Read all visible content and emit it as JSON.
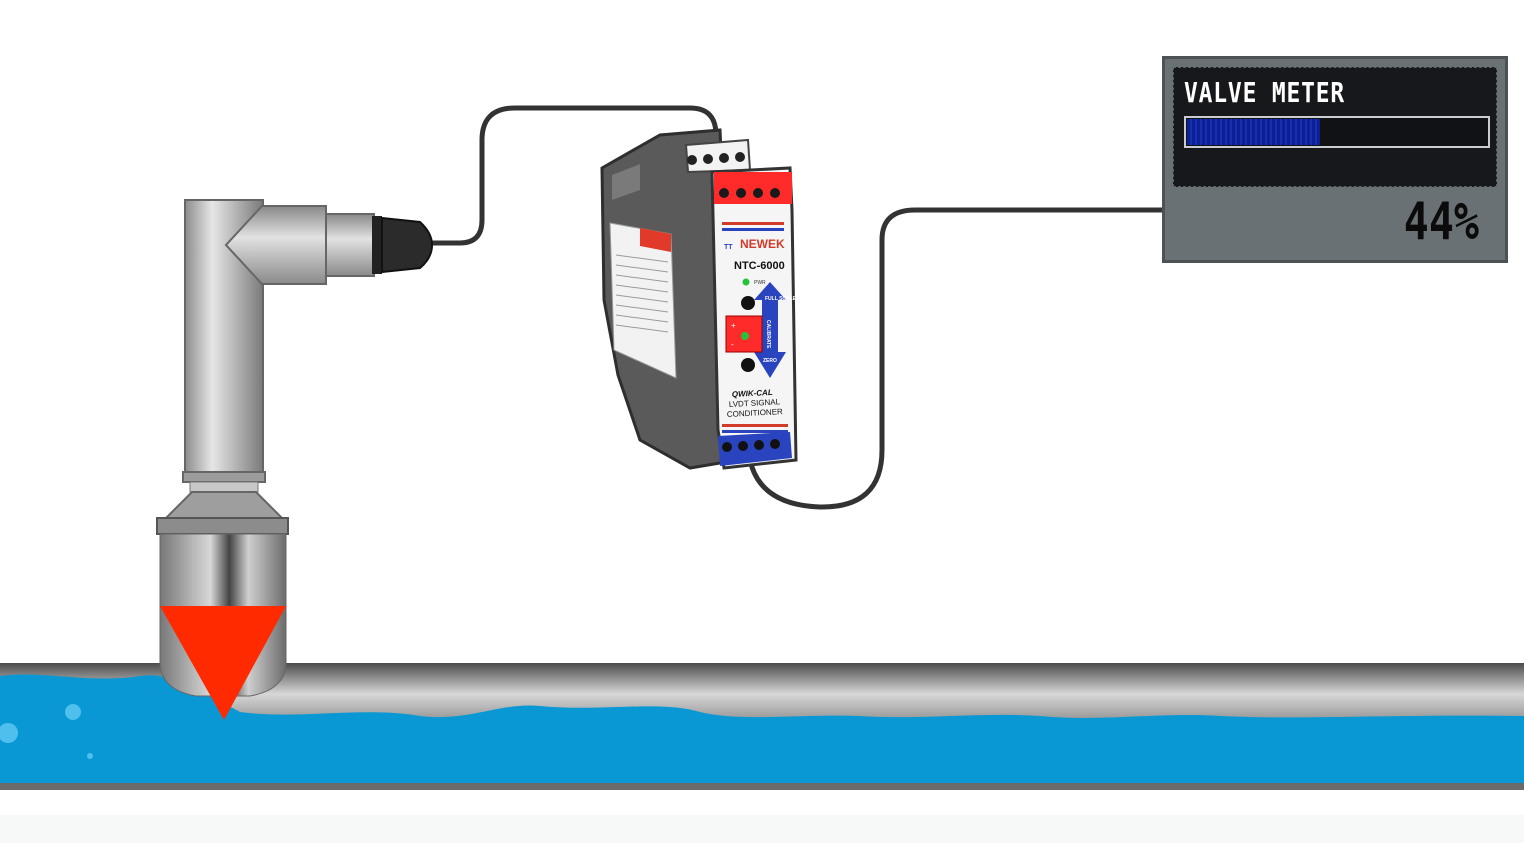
{
  "meter": {
    "title": "VALVE METER",
    "value_text": "44%",
    "level": 0.44,
    "fill_color": "#1124a8"
  },
  "device": {
    "brand": "NEWEK",
    "model": "NTC-6000",
    "power_label": "PWR",
    "full_scale_label": "FULL SCALE",
    "calibrate_label": "CALIBRATE",
    "zero_label": "ZERO",
    "product_name_1": "QWIK-CAL",
    "product_name_2": "LVDT SIGNAL",
    "product_name_3": "CONDITIONER"
  },
  "colors": {
    "water": "#0a98d4",
    "indicator": "#ff2a00",
    "cable": "#333333"
  },
  "icons": {
    "float_indicator": "red-triangle-marker",
    "calibrate_arrows": "up-down-arrow-icon"
  }
}
